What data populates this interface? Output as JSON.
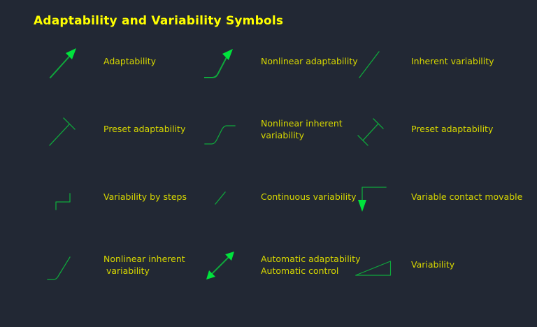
{
  "title": "Adaptability and Variability Symbols",
  "colors": {
    "background": "#222834",
    "title": "#ffff00",
    "label": "#d8d800",
    "symbol_stroke": "#0fa83c",
    "symbol_fill": "#00e33c"
  },
  "grid": {
    "cells": [
      {
        "symbol": "adaptability-arrow-icon",
        "label": "Adaptability"
      },
      {
        "symbol": "nonlinear-adaptability-arrow-icon",
        "label": "Nonlinear adaptability"
      },
      {
        "symbol": "diagonal-line-icon",
        "label": "Inherent variability"
      },
      {
        "symbol": "line-tick-top-icon",
        "label": "Preset adaptability"
      },
      {
        "symbol": "ramp-curve-icon",
        "label": "Nonlinear inherent\nvariability"
      },
      {
        "symbol": "line-ticks-both-icon",
        "label": "Preset adaptability"
      },
      {
        "symbol": "step-line-icon",
        "label": "Variability by steps"
      },
      {
        "symbol": "short-diagonal-icon",
        "label": "Continuous variability"
      },
      {
        "symbol": "down-arrow-contact-icon",
        "label": "Variable contact movable"
      },
      {
        "symbol": "ramp-bottom-icon",
        "label": "Nonlinear inherent\n variability"
      },
      {
        "symbol": "double-arrow-icon",
        "label": "Automatic adaptability\nAutomatic control"
      },
      {
        "symbol": "triangle-icon",
        "label": "Variability"
      }
    ]
  }
}
